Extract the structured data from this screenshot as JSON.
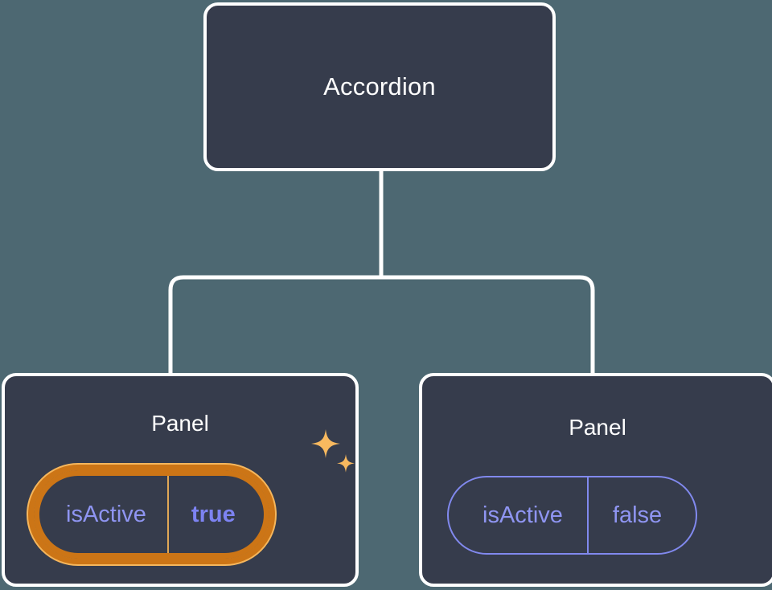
{
  "diagram": {
    "type": "component-tree",
    "background_color": "#4d6872",
    "node_fill": "#363c4c",
    "node_border": "#ffffff",
    "accent_highlight": "#f5b65c",
    "accent_highlight_outer": "#cc7516",
    "prop_text_color": "#8f95f2",
    "root": {
      "label": "Accordion"
    },
    "children": [
      {
        "label": "Panel",
        "highlighted": true,
        "prop": {
          "key": "isActive",
          "value": "true"
        },
        "sparkle_icon": "sparkles-icon"
      },
      {
        "label": "Panel",
        "highlighted": false,
        "prop": {
          "key": "isActive",
          "value": "false"
        }
      }
    ]
  }
}
